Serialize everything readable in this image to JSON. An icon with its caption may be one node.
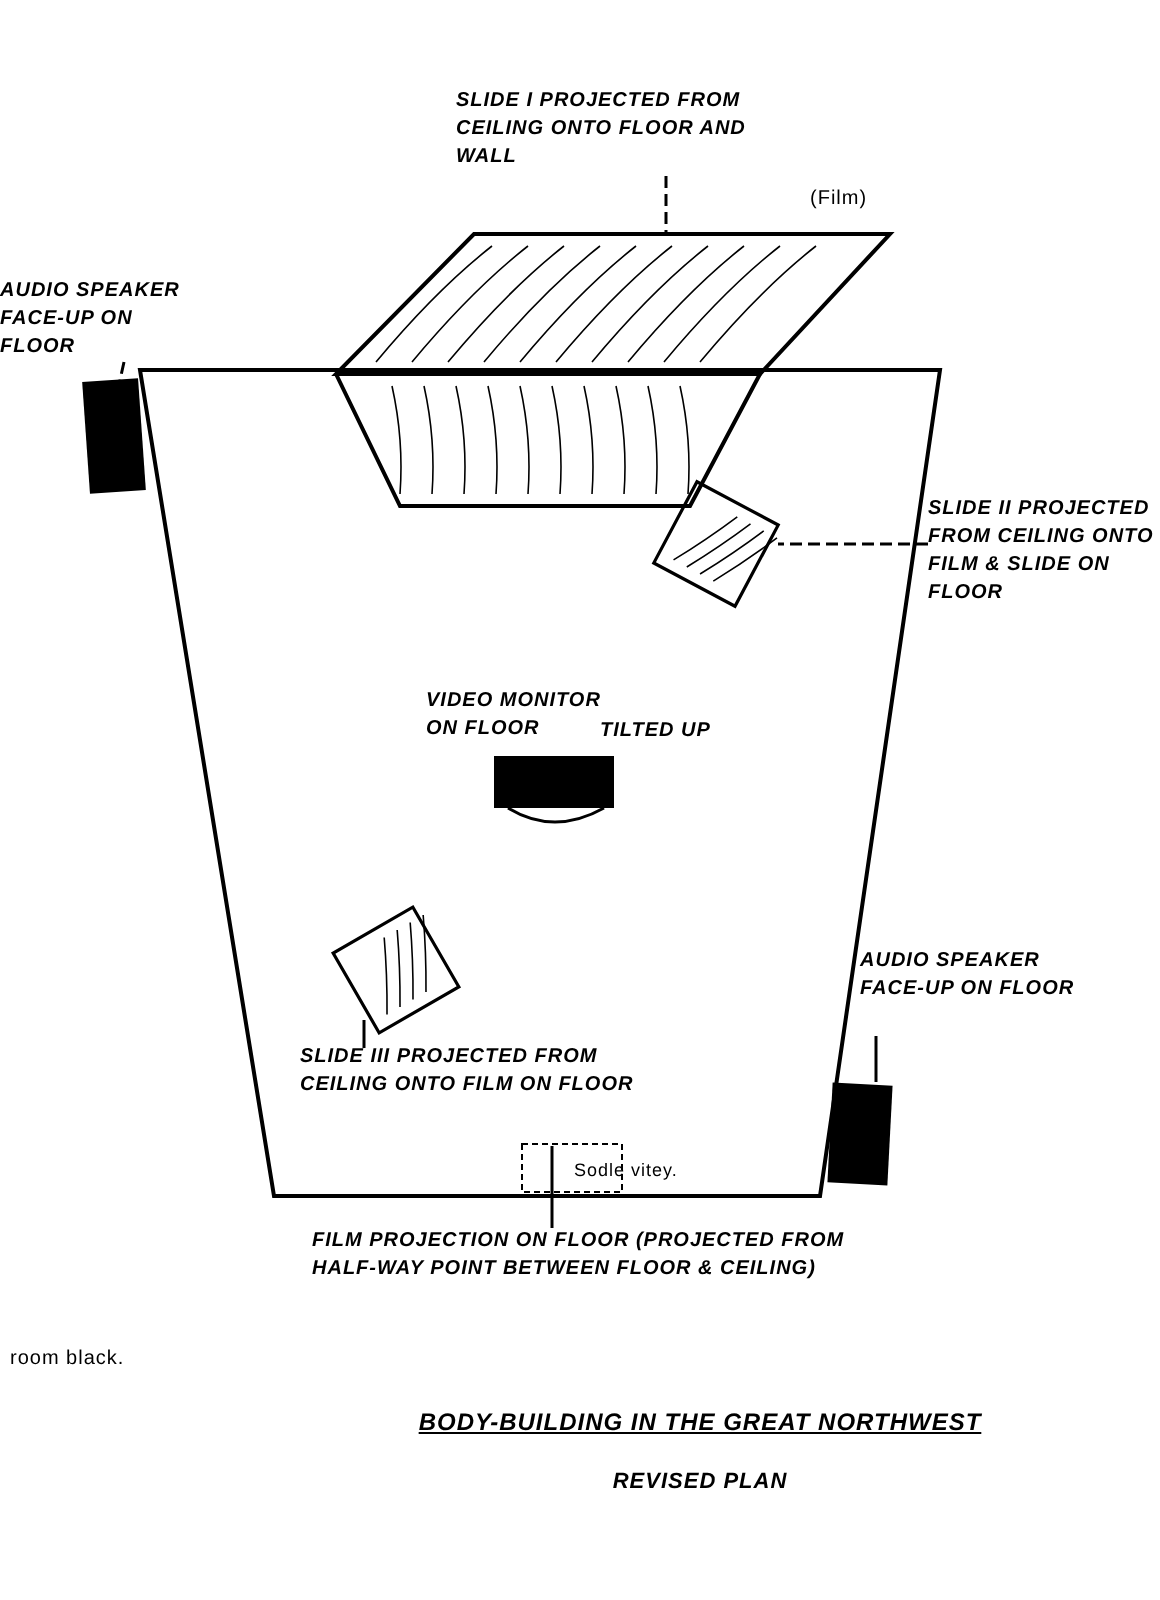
{
  "diagram": {
    "title": "BODY-BUILDING IN THE GREAT NORTHWEST",
    "caption": "REVISED PLAN",
    "nodes": [
      {
        "text": [
          "SLIDE I PROJECTED FROM CEILING ONTO FLOOR AND WALL"
        ]
      },
      {
        "text": [],
        "shape": "box"
      },
      {
        "text": [
          "AUDIO SPEAKER FACE-UP ON FLOOR"
        ]
      },
      {
        "text": [],
        "shape": "bar"
      },
      {
        "text": [
          "SLIDE II PROJECTED FROM CEILING ONTO FILM & SLIDE ON FLOOR"
        ]
      },
      {
        "text": [],
        "shape": "box"
      },
      {
        "text": [
          "SLIDE III PROJECTED FROM CEILING ONTO FILM ON FLOOR"
        ]
      },
      {
        "text": [],
        "shape": "box"
      },
      {
        "text": [
          "AUDIO SPEAKER FACE-UP ON FLOOR"
        ]
      },
      {
        "text": [],
        "shape": "bar"
      },
      {
        "text": [
          "FILM PROJECTION ON FLOOR (PROJECTED FROM HALF-WAY POINT BETWEEN FLOOR & CEILING)"
        ]
      },
      {
        "text": [],
        "shape": "box"
      }
    ],
    "edges": [
      {
        "from": 0,
        "to": 1,
        "arrow": "none",
        "style": "dashed"
      },
      {
        "from": 2,
        "to": 3,
        "arrow": "none",
        "style": "dashed"
      },
      {
        "from": 4,
        "to": 5,
        "arrow": "none",
        "style": "dashed"
      },
      {
        "from": 6,
        "to": 7,
        "arrow": "none"
      },
      {
        "from": 8,
        "to": 9,
        "arrow": "none"
      },
      {
        "from": 10,
        "to": 11,
        "arrow": "none"
      }
    ],
    "labels": [
      "(Film)",
      "VIDEO MONITOR ON FLOOR",
      "TILTED UP",
      "Sodle vitey.",
      "room black."
    ]
  }
}
